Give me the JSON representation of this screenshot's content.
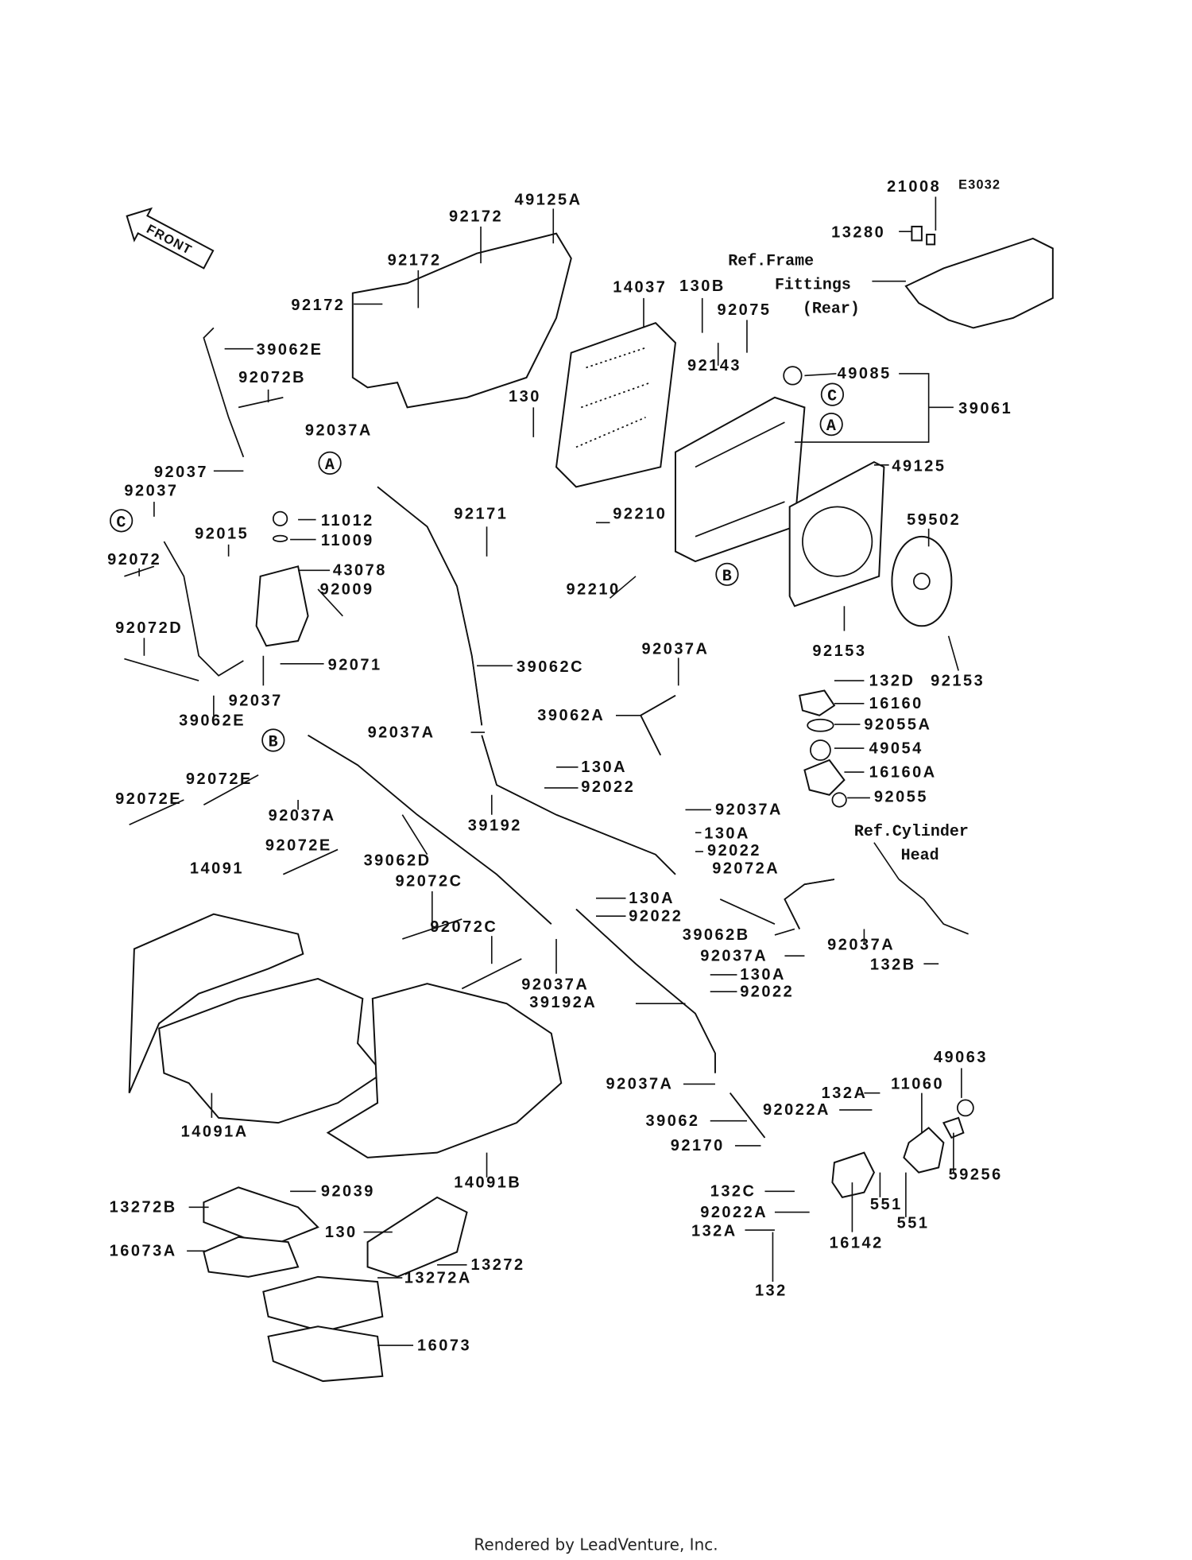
{
  "diagram_code": "E3032",
  "front_label": "FRONT",
  "footer": "Rendered by LeadVenture, Inc.",
  "callouts": [
    "A",
    "C",
    "B",
    "C",
    "A",
    "B"
  ],
  "refs": {
    "frame_1": "Ref.Frame",
    "frame_2": "Fittings",
    "frame_3": "(Rear)",
    "cyl_1": "Ref.Cylinder",
    "cyl_2": "Head"
  },
  "labels": [
    "21008",
    "13280",
    "49125A",
    "92172",
    "92172",
    "92172",
    "14037",
    "130B",
    "92075",
    "92143",
    "49085",
    "39061",
    "39062E",
    "92072B",
    "92037A",
    "130",
    "49125",
    "59502",
    "92037",
    "92037",
    "11012",
    "11009",
    "92171",
    "92210",
    "92015",
    "92072",
    "43078",
    "92009",
    "92210",
    "92153",
    "92153",
    "92072D",
    "92071",
    "92037",
    "39062E",
    "39062C",
    "92037A",
    "132D",
    "16160",
    "39062A",
    "92055A",
    "49054",
    "92037A",
    "130A",
    "92022",
    "16160A",
    "92055",
    "92072E",
    "92072E",
    "92037A",
    "39192",
    "92037A",
    "130A",
    "92022",
    "92072E",
    "14091",
    "39062D",
    "92072A",
    "92072C",
    "130A",
    "92022",
    "92072C",
    "39062B",
    "92037A",
    "92037A",
    "130A",
    "132B",
    "92037A",
    "92022",
    "39192A",
    "49063",
    "11060",
    "92037A",
    "132A",
    "92022A",
    "39062",
    "92170",
    "59256",
    "14091A",
    "14091B",
    "92039",
    "132C",
    "551",
    "13272B",
    "92022A",
    "551",
    "16142",
    "130",
    "132A",
    "16073A",
    "13272",
    "13272A",
    "132",
    "16073"
  ]
}
